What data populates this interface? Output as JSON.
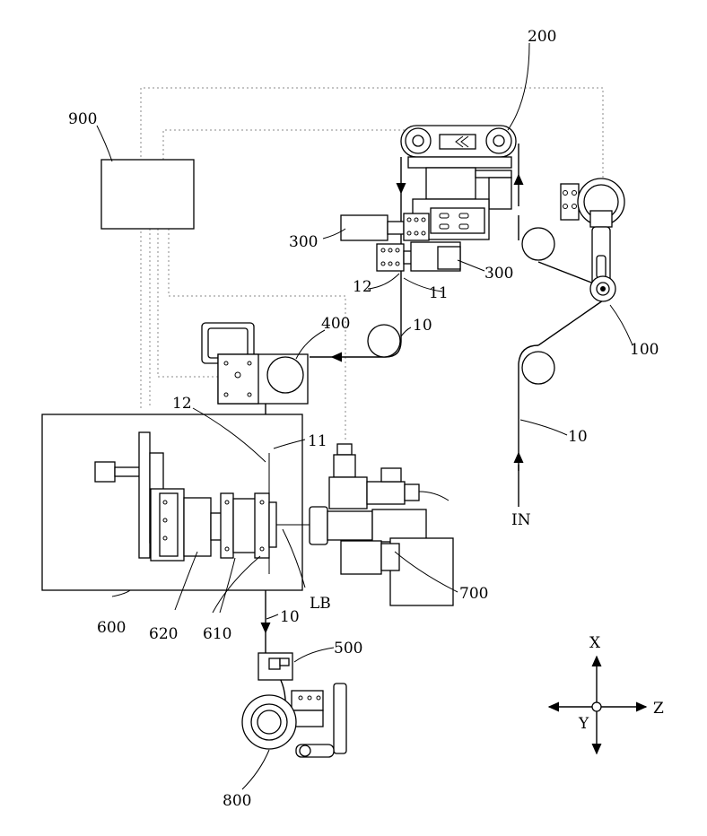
{
  "labels": {
    "l100": "100",
    "l200": "200",
    "l300": "300",
    "l400": "400",
    "l500": "500",
    "l600": "600",
    "l610": "610",
    "l620": "620",
    "l700": "700",
    "l800": "800",
    "l900": "900",
    "l10": "10",
    "l11": "11",
    "l12": "12",
    "lb": "LB",
    "in": "IN"
  },
  "axes": {
    "x": "X",
    "y": "Y",
    "z": "Z"
  }
}
